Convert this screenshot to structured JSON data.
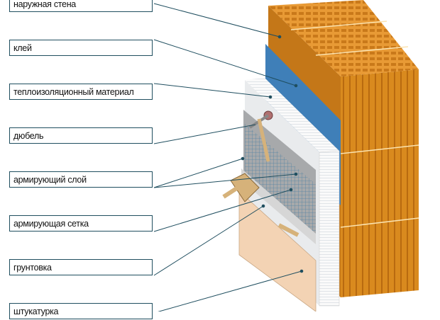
{
  "labels": [
    "наружная стена",
    "клей",
    "теплоизоляционный материал",
    "дюбель",
    "армирующий слой",
    "армирующая сетка",
    "грунтовка",
    "штукатурка"
  ],
  "colors": {
    "brick": "#d98a1e",
    "brick_dark": "#b86a10",
    "glue": "#3f7fb8",
    "insulation": "#eeeeee",
    "mesh": "#8fb0c4",
    "plaster": "#f3d3b4",
    "leader": "#1f4e5f"
  }
}
